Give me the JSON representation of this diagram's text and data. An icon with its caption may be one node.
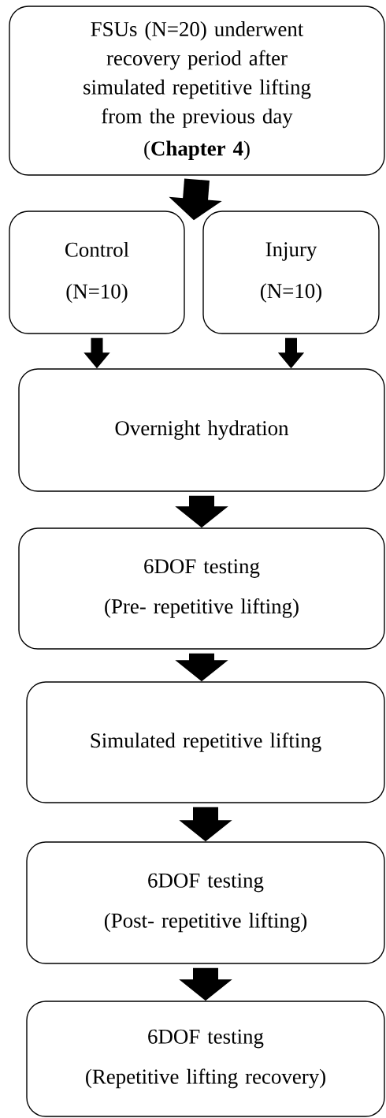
{
  "diagram": {
    "nodes": [
      {
        "text": [
          "FSUs (N=20) underwent recovery period after simulated repetitive lifting from the previous day",
          "(**Chapter 4**)"
        ]
      },
      {
        "text": [
          "Control",
          "(N=10)"
        ]
      },
      {
        "text": [
          "Injury",
          "(N=10)"
        ]
      },
      {
        "text": [
          "Overnight hydration"
        ]
      },
      {
        "text": [
          "6DOF testing",
          "(Pre- repetitive lifting)"
        ]
      },
      {
        "text": [
          "Simulated repetitive lifting"
        ]
      },
      {
        "text": [
          "6DOF testing",
          "(Post- repetitive lifting)"
        ]
      },
      {
        "text": [
          "6DOF testing",
          "(Repetitive lifting recovery)"
        ]
      }
    ],
    "edges": [
      {
        "from": 0,
        "to": 1,
        "arrow": "to"
      },
      {
        "from": 0,
        "to": 2,
        "arrow": "to"
      },
      {
        "from": 1,
        "to": 3,
        "arrow": "to"
      },
      {
        "from": 2,
        "to": 3,
        "arrow": "to"
      },
      {
        "from": 3,
        "to": 4,
        "arrow": "to"
      },
      {
        "from": 4,
        "to": 5,
        "arrow": "to"
      },
      {
        "from": 5,
        "to": 6,
        "arrow": "to"
      },
      {
        "from": 6,
        "to": 7,
        "arrow": "to"
      }
    ]
  }
}
